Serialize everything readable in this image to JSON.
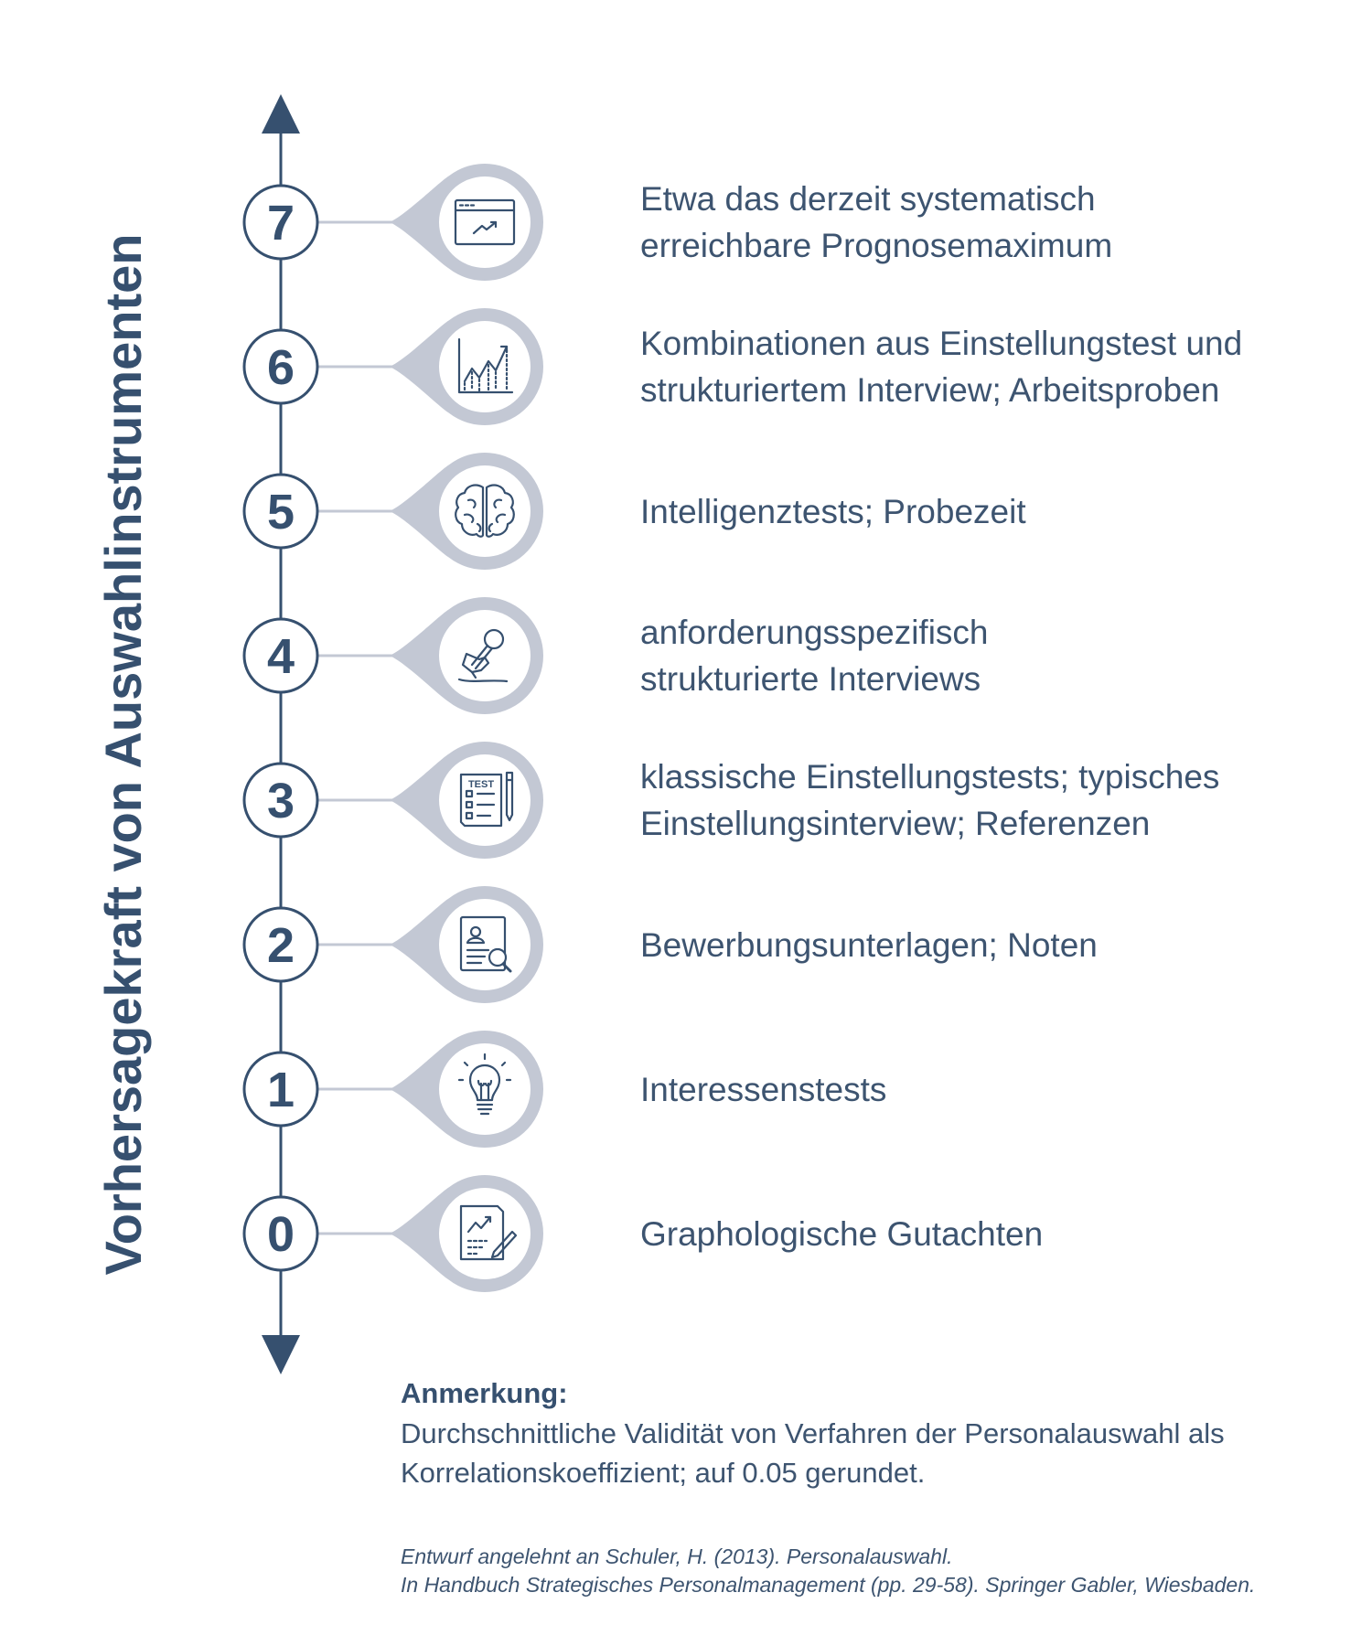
{
  "axis_label": "Vorhersagekraft von Auswahlinstrumenten",
  "colors": {
    "primary": "#36506f",
    "pin": "#c3c8d4",
    "connector": "#c3c8d4",
    "background": "#ffffff"
  },
  "levels": [
    {
      "number": "7",
      "icon": "browser-chart-icon",
      "lines": [
        "Etwa das derzeit systematisch",
        "erreichbare Prognosemaximum"
      ]
    },
    {
      "number": "6",
      "icon": "bar-line-chart-icon",
      "lines": [
        "Kombinationen aus Einstellungstest und",
        "strukturiertem Interview; Arbeitsproben"
      ]
    },
    {
      "number": "5",
      "icon": "brain-icon",
      "lines": [
        "Intelligenztests; Probezeit"
      ]
    },
    {
      "number": "4",
      "icon": "microphone-hand-icon",
      "lines": [
        "anforderungsspezifisch",
        "strukturierte Interviews"
      ]
    },
    {
      "number": "3",
      "icon": "test-sheet-icon",
      "lines": [
        "klassische Einstellungstests; typisches",
        "Einstellungsinterview; Referenzen"
      ]
    },
    {
      "number": "2",
      "icon": "profile-search-icon",
      "lines": [
        "Bewerbungsunterlagen; Noten"
      ]
    },
    {
      "number": "1",
      "icon": "lightbulb-icon",
      "lines": [
        "Interessenstests"
      ]
    },
    {
      "number": "0",
      "icon": "report-pen-icon",
      "lines": [
        "Graphologische Gutachten"
      ]
    }
  ],
  "note": {
    "title": "Anmerkung:",
    "lines": [
      "Durchschnittliche Validität von Verfahren der Personalauswahl als",
      "Korrelationskoeffizient; auf 0.05 gerundet."
    ]
  },
  "source": {
    "lines": [
      "Entwurf angelehnt an Schuler, H. (2013). Personalauswahl.",
      "In Handbuch Strategisches Personalmanagement (pp. 29-58). Springer Gabler, Wiesbaden."
    ]
  },
  "icon_text": {
    "test_label": "TEST"
  }
}
